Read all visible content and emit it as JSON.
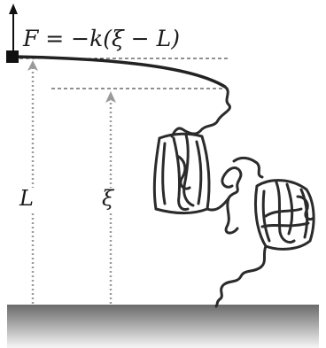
{
  "formula": "F = −k(ξ − L)",
  "label_L": "L",
  "label_xi": "ξ",
  "colors": {
    "ink": "#1a1a1a",
    "arrow_gray": "#9a9a9a",
    "cantilever": "#222222",
    "surface_top": "#6e6e6e",
    "surface_bottom": "#f4f4f4"
  }
}
